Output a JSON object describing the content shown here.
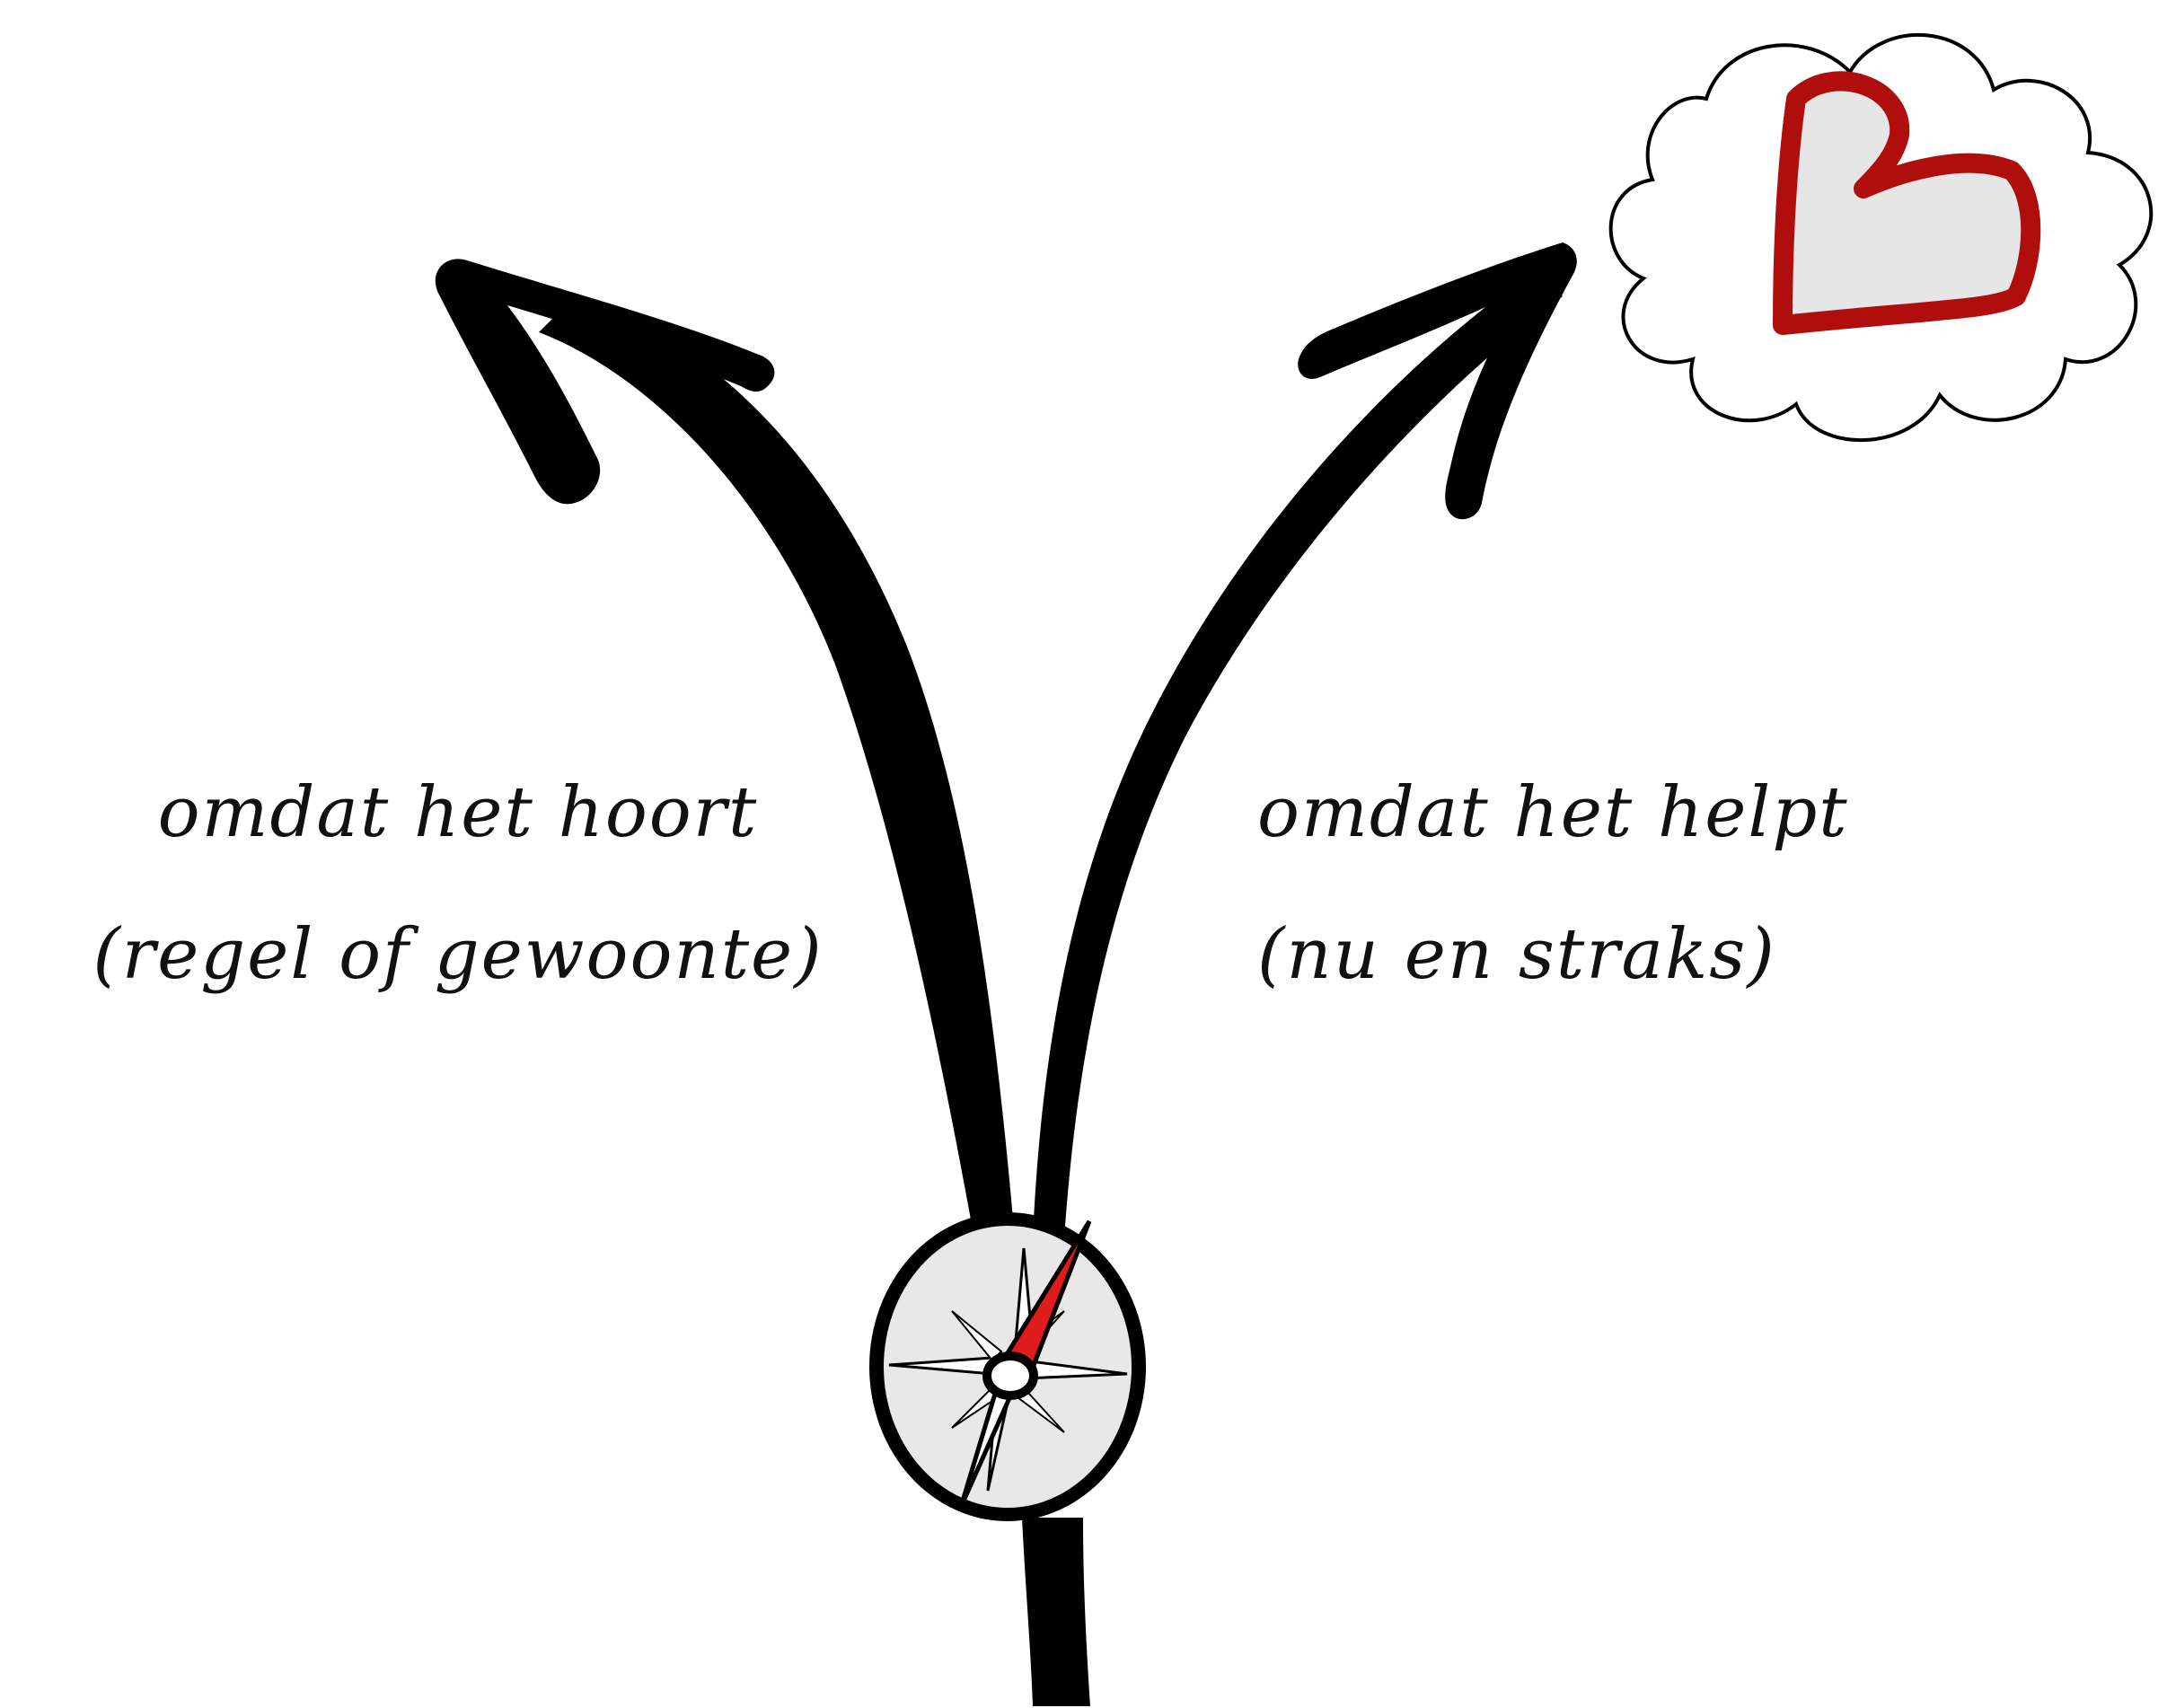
{
  "left_branch": {
    "line1": "omdat het hoort",
    "line2": "(regel of gewoonte)"
  },
  "right_branch": {
    "line1": "omdat het helpt",
    "line2": "(nu en straks)"
  },
  "icons": {
    "left_arrow": "arrow-up-left-icon",
    "right_arrow": "arrow-up-right-icon",
    "compass": "compass-icon",
    "cloud": "thought-cloud-icon",
    "heart": "heart-icon"
  },
  "colors": {
    "ink": "#000000",
    "heart_outline": "#b00d0d",
    "heart_fill": "#e6e6e6",
    "compass_face": "#e8e8e8",
    "compass_needle": "#e01b1b"
  }
}
